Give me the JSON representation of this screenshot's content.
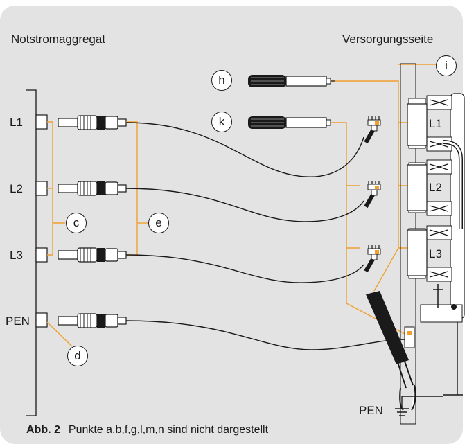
{
  "headings": {
    "left": "Notstromaggregat",
    "right": "Versorgungsseite"
  },
  "gen_phases": [
    "L1",
    "L2",
    "L3",
    "PEN"
  ],
  "supply_phases": [
    "L1",
    "L2",
    "L3"
  ],
  "markers": {
    "c": "c",
    "d": "d",
    "e": "e",
    "h": "h",
    "i": "i",
    "k": "k"
  },
  "ground_label": "PEN",
  "caption": {
    "figure": "Abb. 2",
    "text": "Punkte a,b,f,g,l,m,n sind nicht dargestellt"
  },
  "colors": {
    "panel": "#e3e3e3",
    "orange": "#f0a030",
    "cable": "#1a1a1a"
  }
}
